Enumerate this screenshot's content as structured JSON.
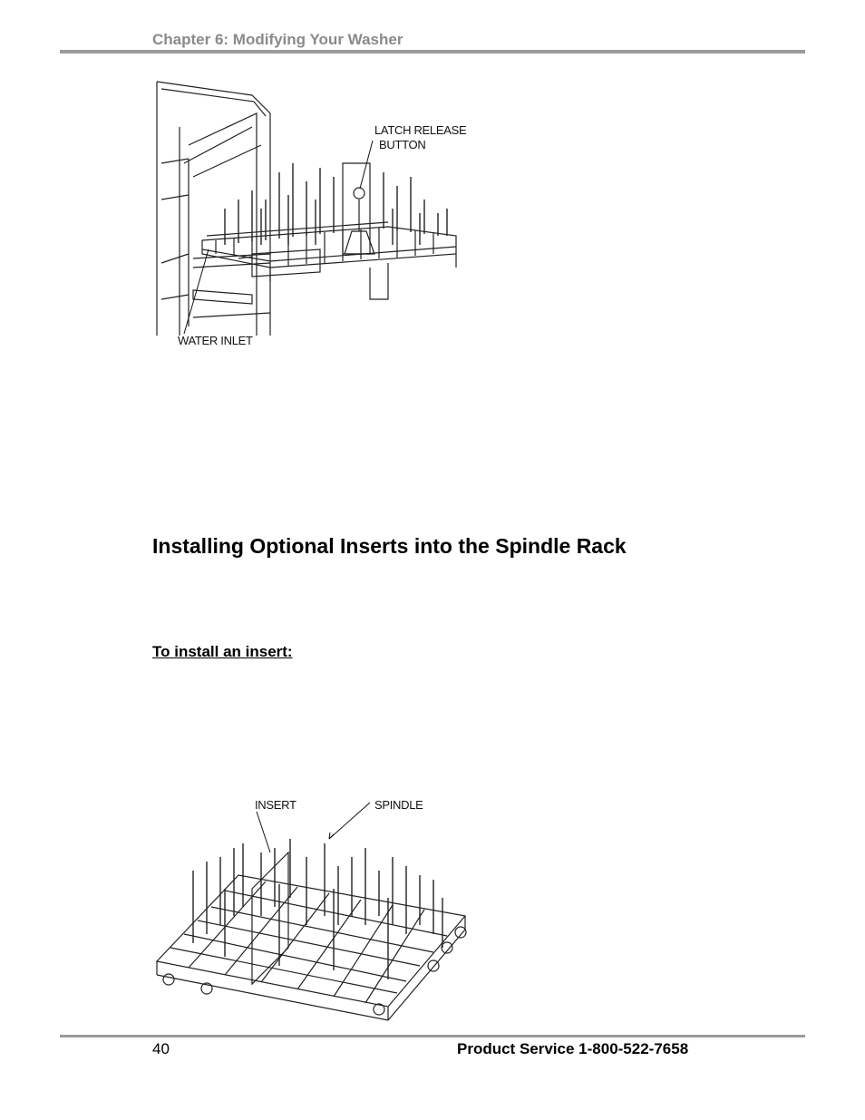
{
  "header": {
    "chapter": "Chapter 6: Modifying Your Washer"
  },
  "figure1": {
    "callout_latch_line1": "LATCH RELEASE",
    "callout_latch_line2": "BUTTON",
    "callout_water": "WATER INLET"
  },
  "section": {
    "heading": "Installing Optional Inserts into the Spindle Rack",
    "subheading": "To install an insert:"
  },
  "figure2": {
    "callout_insert": "INSERT",
    "callout_spindle": "SPINDLE"
  },
  "footer": {
    "page_number": "40",
    "service": "Product Service 1-800-522-7658"
  }
}
